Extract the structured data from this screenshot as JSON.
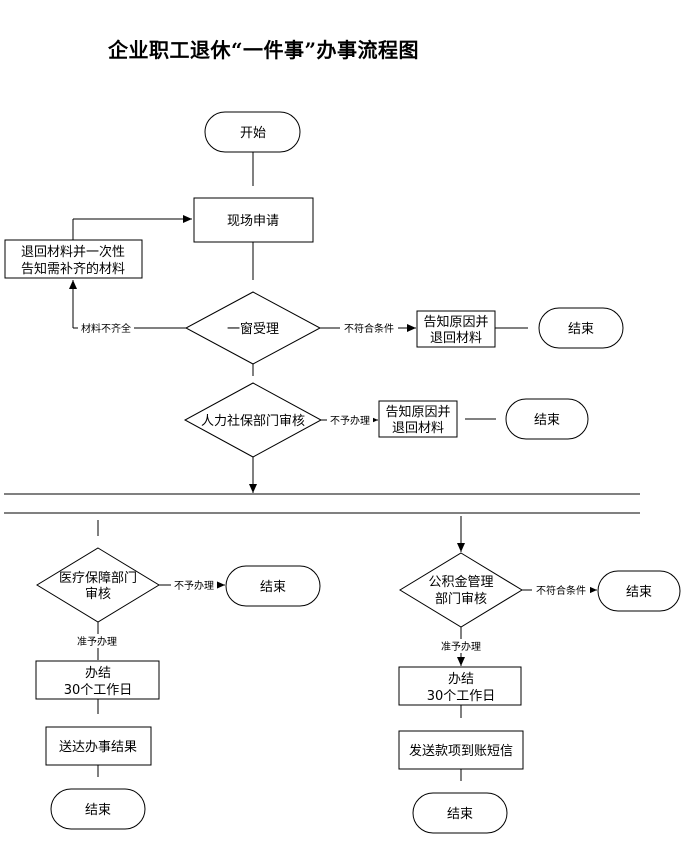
{
  "title": "企业职工退休“一件事”办事流程图",
  "nodes": {
    "start": "开始",
    "apply": "现场申请",
    "return_materials": [
      "退回材料并一次性",
      "告知需补齐的材料"
    ],
    "window_accept": "一窗受理",
    "notify_return_1": [
      "告知原因并",
      "退回材料"
    ],
    "end_1": "结束",
    "hr_review": "人力社保部门审核",
    "notify_return_2": [
      "告知原因并",
      "退回材料"
    ],
    "end_2": "结束",
    "medical_review": [
      "医疗保障部门",
      "审核"
    ],
    "end_3": "结束",
    "medical_done": [
      "办结",
      "30个工作日"
    ],
    "deliver_result": "送达办事结果",
    "end_4": "结束",
    "fund_review": [
      "公积金管理",
      "部门审核"
    ],
    "end_5": "结束",
    "fund_done": [
      "办结",
      "30个工作日"
    ],
    "send_sms": "发送款项到账短信",
    "end_6": "结束"
  },
  "edge_labels": {
    "materials_incomplete": "材料不齐全",
    "not_eligible_1": "不符合条件",
    "not_approved_1": "不予办理",
    "not_approved_2": "不予办理",
    "approved_1": "准予办理",
    "not_eligible_2": "不符合条件",
    "approved_2": "准予办理"
  }
}
